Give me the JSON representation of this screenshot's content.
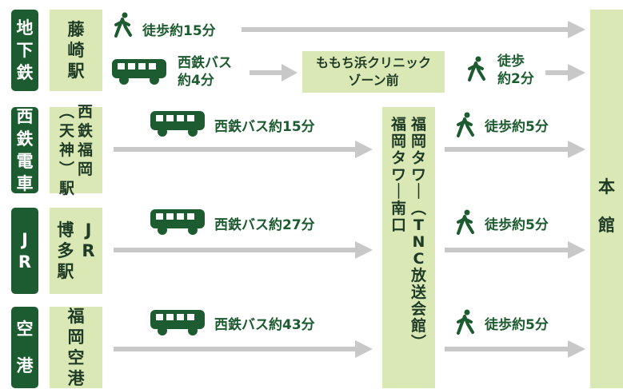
{
  "rows": [
    {
      "line": "地下鉄",
      "station": "藤崎駅"
    },
    {
      "line": "西鉄電車",
      "station": "西鉄福岡（天神）駅"
    },
    {
      "line": "JR",
      "station": "JR博多駅"
    },
    {
      "line": "空港",
      "station": "福岡空港"
    }
  ],
  "subway": {
    "walk_label": "徒歩約15分",
    "bus_label_1": "西鉄バス",
    "bus_label_2": "約4分",
    "stop_label_1": "ももち浜クリニック",
    "stop_label_2": "ゾーン前",
    "walk2_label_1": "徒歩",
    "walk2_label_2": "約2分"
  },
  "routes": [
    {
      "bus_label": "西鉄バス約15分",
      "walk_label": "徒歩約5分"
    },
    {
      "bus_label": "西鉄バス約27分",
      "walk_label": "徒歩約5分"
    },
    {
      "bus_label": "西鉄バス約43分",
      "walk_label": "徒歩約5分"
    }
  ],
  "tower_stop": {
    "col1": "福岡タワー南口",
    "col2": "福岡タワー（TNC放送会館）"
  },
  "destination": "本館",
  "colors": {
    "dark_green": "#1d5b30",
    "light_green": "#d9e8b5",
    "arrow_gray": "#c8c8c8"
  }
}
